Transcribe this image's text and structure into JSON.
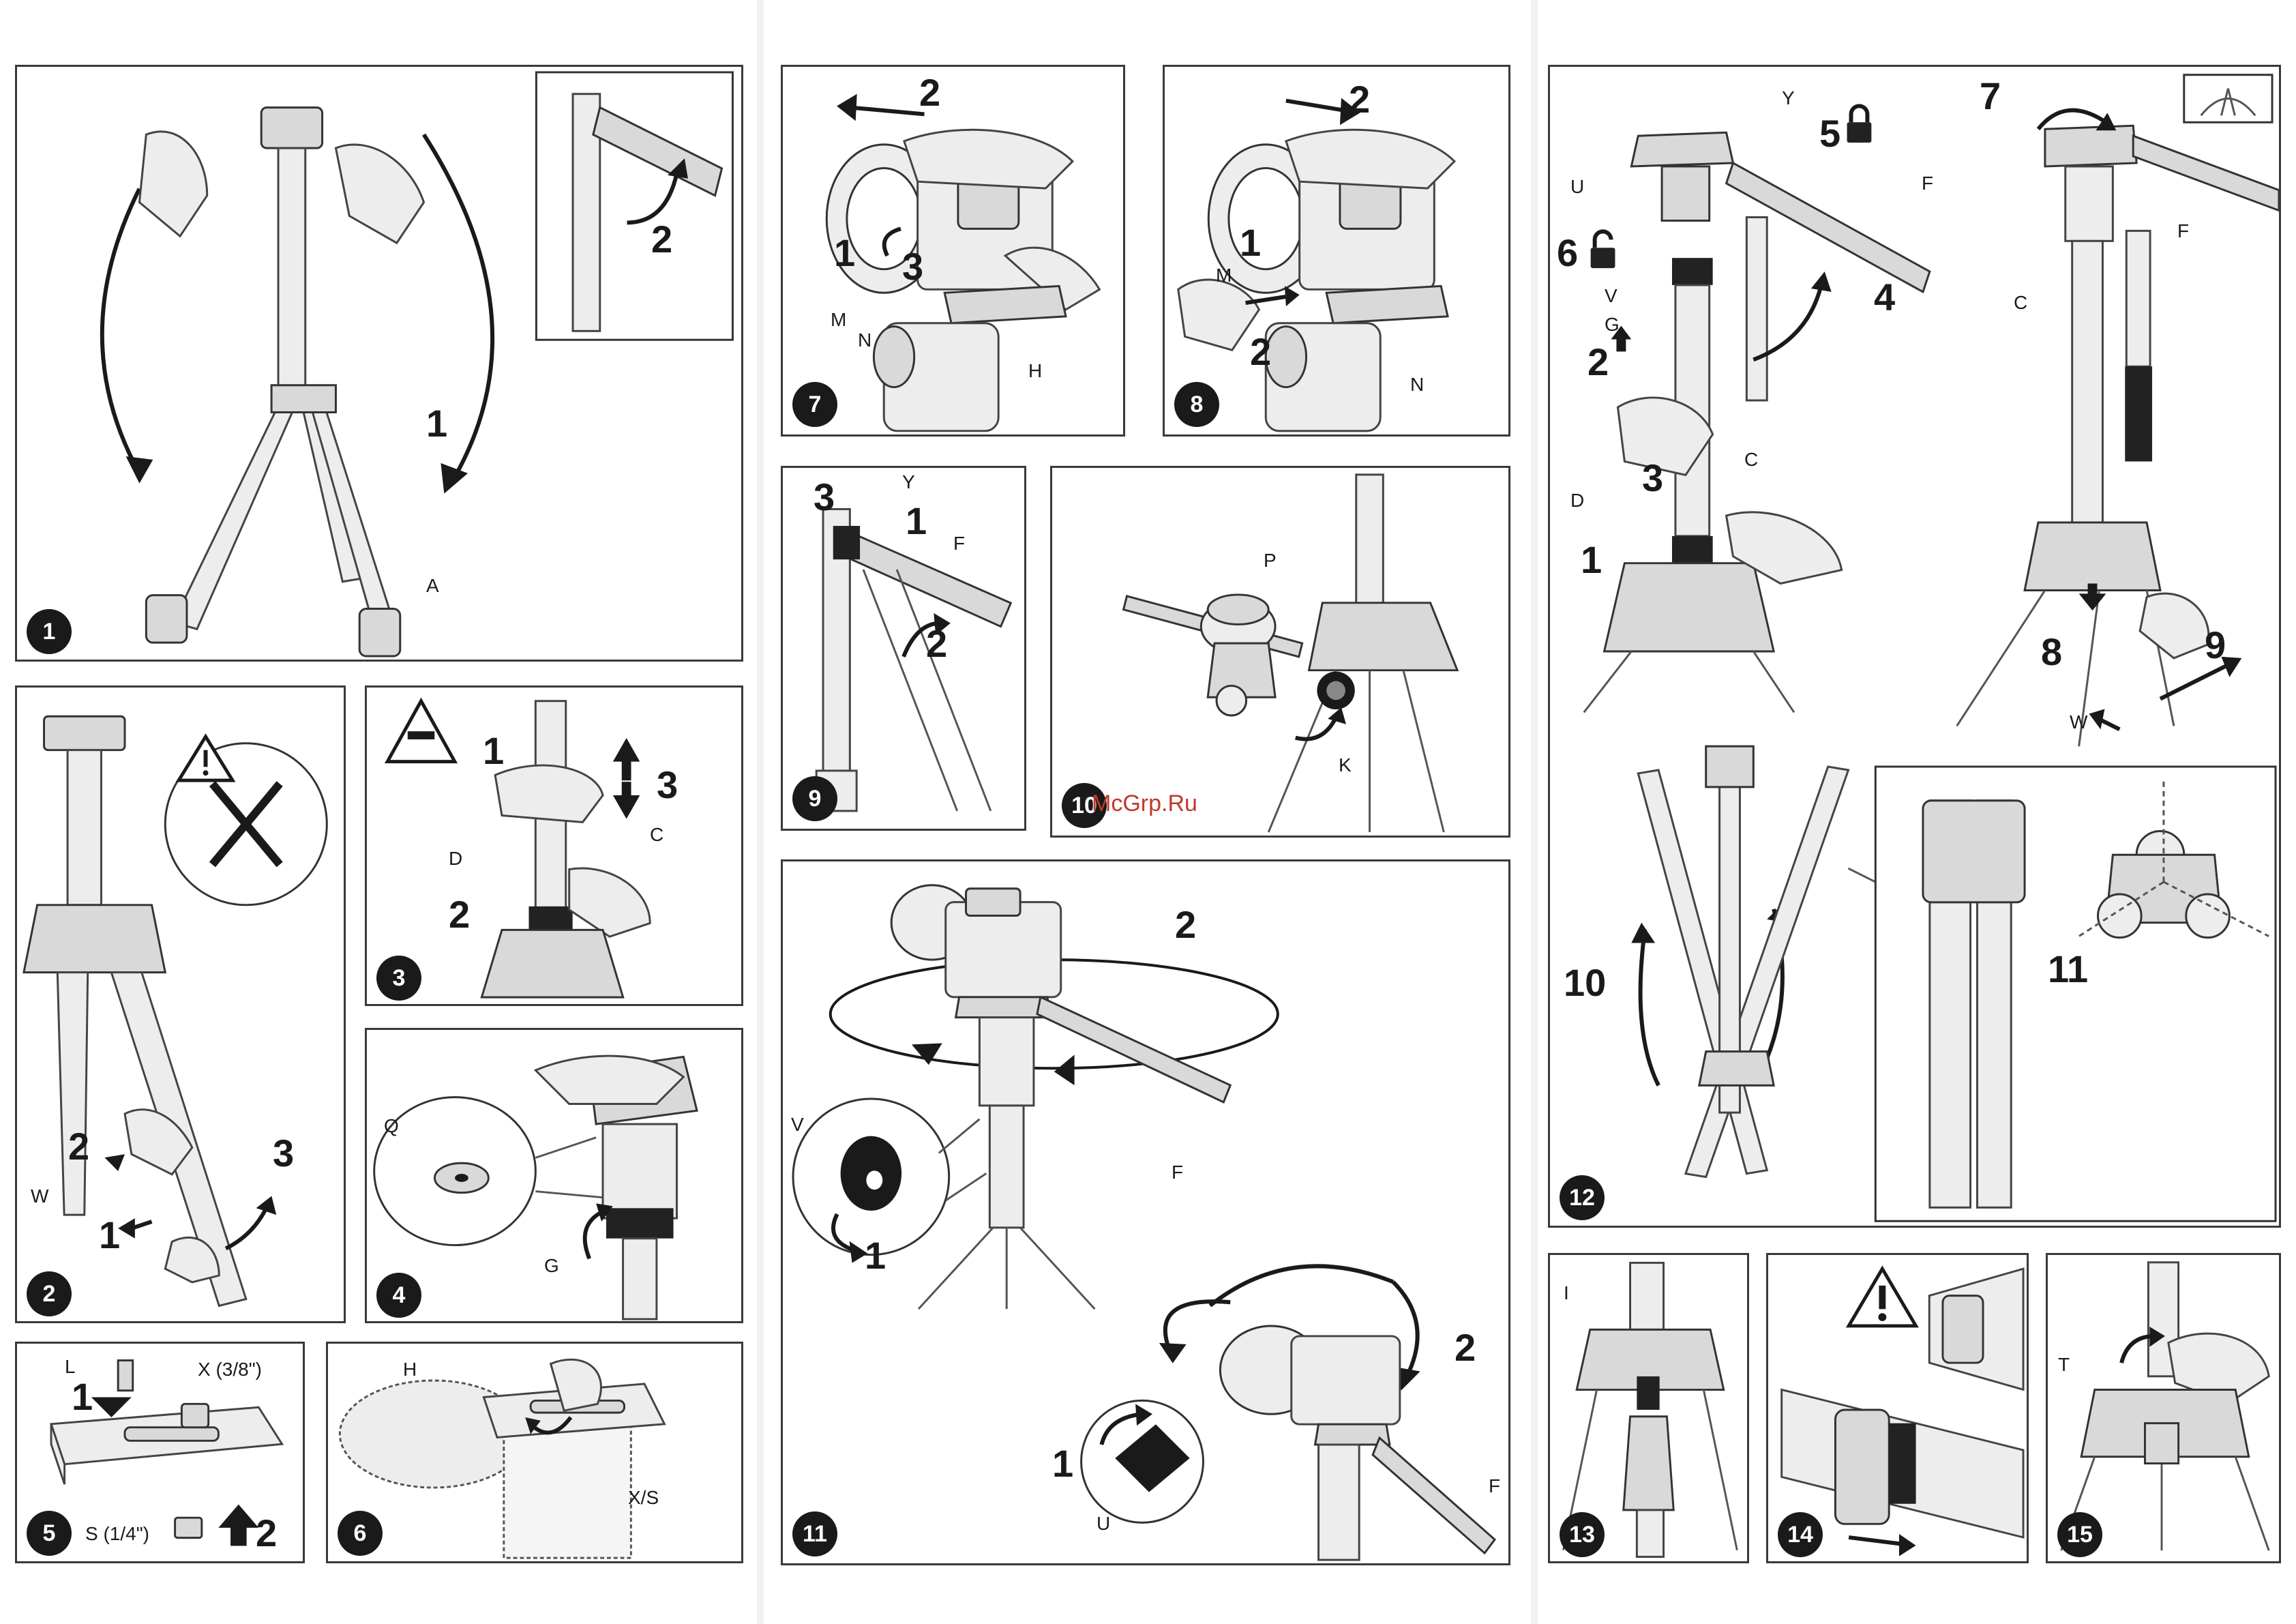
{
  "watermark": "McGrp.Ru",
  "steps": [
    {
      "number": "1",
      "labels": {
        "leg": "A"
      },
      "callouts": [
        "1",
        "2"
      ]
    },
    {
      "number": "2",
      "labels": {
        "lever": "W"
      },
      "callouts": [
        "1",
        "2",
        "3"
      ]
    },
    {
      "number": "3",
      "labels": {
        "ring": "D",
        "column": "C"
      },
      "callouts": [
        "1",
        "2",
        "3"
      ]
    },
    {
      "number": "4",
      "labels": {
        "level": "Q",
        "knob": "G"
      }
    },
    {
      "number": "5",
      "labels": {
        "screw_l": "L",
        "screw_x": "X (3/8\")",
        "screw_s": "S (1/4\")"
      },
      "callouts": [
        "1",
        "2"
      ]
    },
    {
      "number": "6",
      "labels": {
        "plate": "H",
        "screw": "X/S"
      }
    },
    {
      "number": "7",
      "labels": {
        "knob_m": "M",
        "knob_n": "N",
        "plate": "H"
      },
      "callouts": [
        "2",
        "1",
        "3"
      ]
    },
    {
      "number": "8",
      "labels": {
        "knob_m": "M",
        "knob_n": "N"
      },
      "callouts": [
        "2",
        "1",
        "2"
      ]
    },
    {
      "number": "9",
      "labels": {
        "y": "Y",
        "handle": "F"
      },
      "callouts": [
        "3",
        "1",
        "2"
      ]
    },
    {
      "number": "10",
      "labels": {
        "p": "P",
        "k": "K"
      }
    },
    {
      "number": "11",
      "labels": {
        "v": "V",
        "f_top": "F",
        "u": "U",
        "f_bottom": "F"
      },
      "callouts": [
        "2",
        "1",
        "2",
        "1"
      ]
    },
    {
      "number": "12",
      "labels": {
        "y": "Y",
        "u": "U",
        "f": "F",
        "v": "V",
        "g": "G",
        "c": "C",
        "d": "D",
        "f_right": "F",
        "c_right": "C",
        "w": "W"
      },
      "callouts": [
        "5",
        "6",
        "4",
        "2",
        "3",
        "1",
        "7",
        "8",
        "9",
        "10",
        "11"
      ]
    },
    {
      "number": "13",
      "labels": {
        "i": "I"
      }
    },
    {
      "number": "14"
    },
    {
      "number": "15",
      "labels": {
        "t": "T"
      }
    }
  ]
}
